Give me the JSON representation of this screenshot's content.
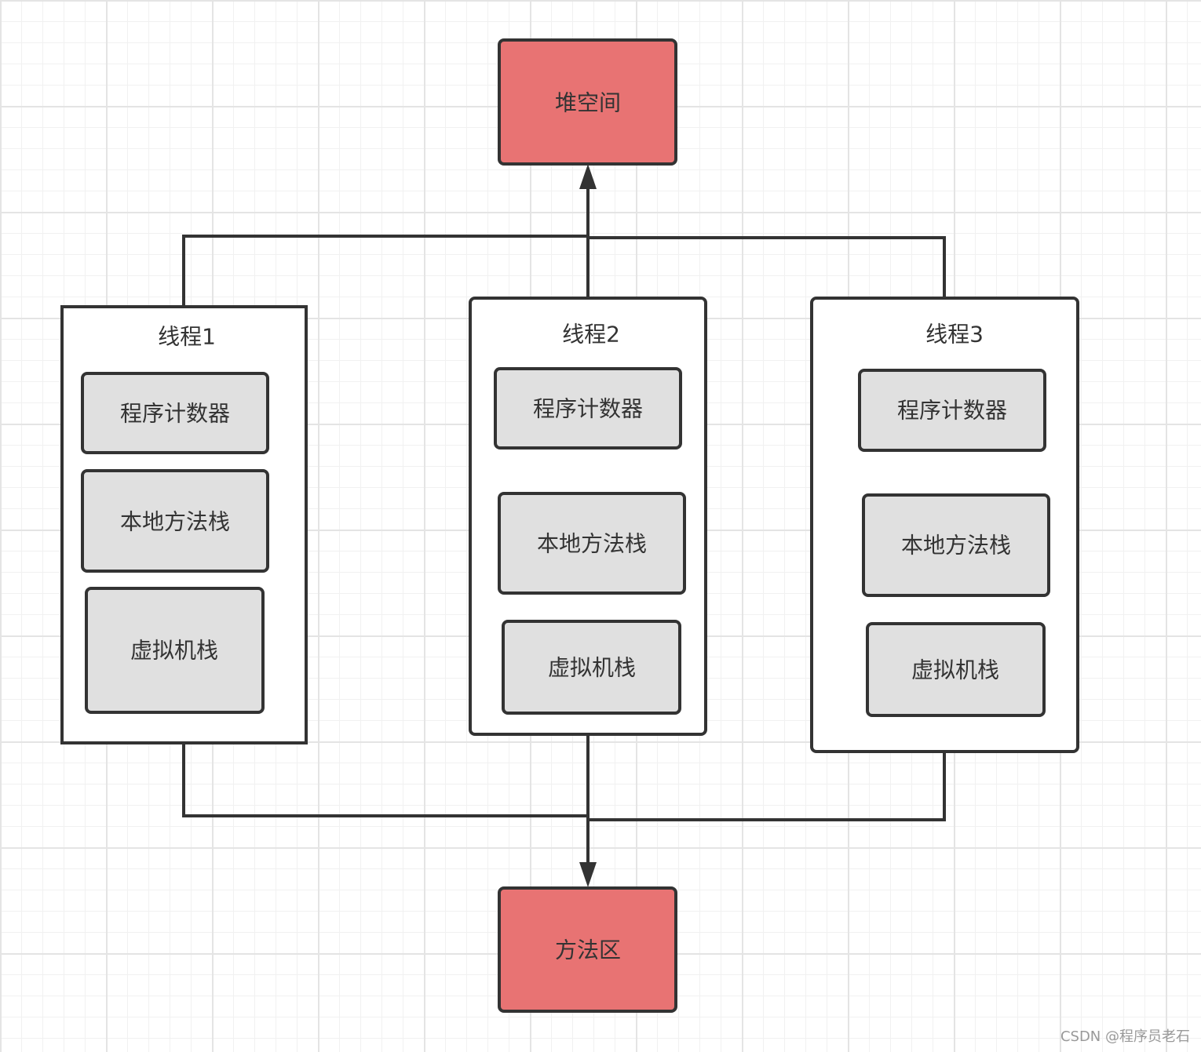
{
  "colors": {
    "shared_area_fill": "#e87373",
    "thread_fill": "#ffffff",
    "component_fill": "#e0e0e0",
    "line": "#333333",
    "text": "#333333"
  },
  "heap": {
    "label": "堆空间"
  },
  "method_area": {
    "label": "方法区"
  },
  "threads": [
    {
      "title": "线程1",
      "components": [
        "程序计数器",
        "本地方法栈",
        "虚拟机栈"
      ]
    },
    {
      "title": "线程2",
      "components": [
        "程序计数器",
        "本地方法栈",
        "虚拟机栈"
      ]
    },
    {
      "title": "线程3",
      "components": [
        "程序计数器",
        "本地方法栈",
        "虚拟机栈"
      ]
    }
  ],
  "watermark": "CSDN @程序员老石"
}
